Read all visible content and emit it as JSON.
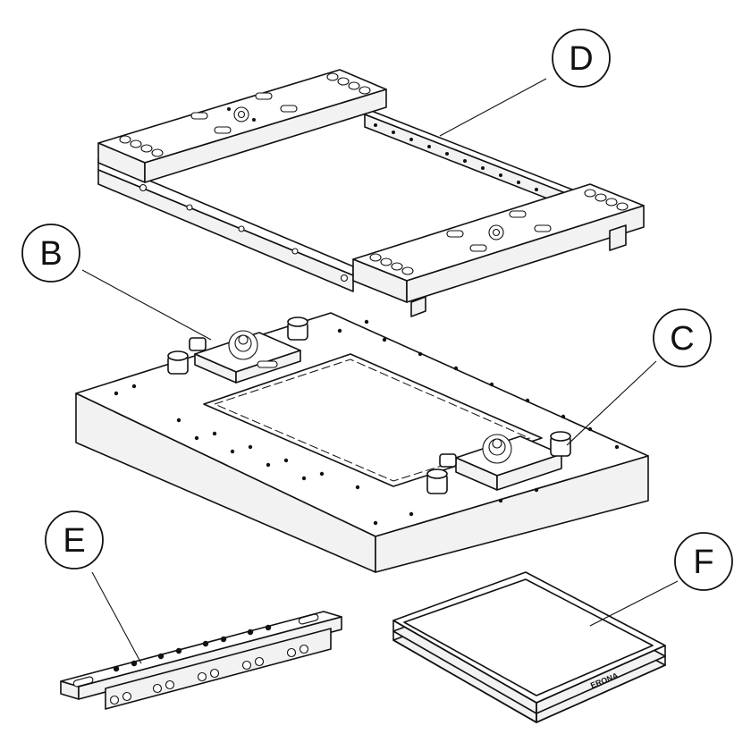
{
  "callouts": {
    "b": "B",
    "c": "C",
    "d": "D",
    "e": "E",
    "f": "F"
  },
  "tray_logo": "ERONA"
}
